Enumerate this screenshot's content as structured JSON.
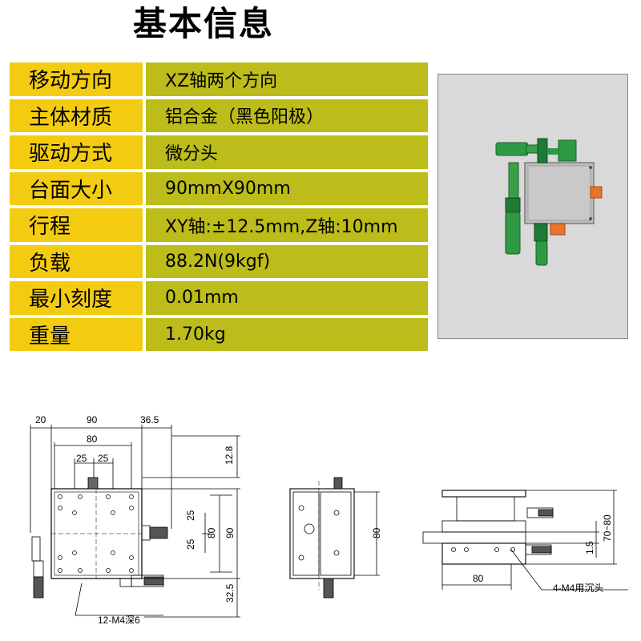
{
  "title": "基本信息",
  "specs": [
    {
      "key": "移动方向",
      "value": "XZ轴两个方向"
    },
    {
      "key": "主体材质",
      "value": "铝合金（黑色阳极）"
    },
    {
      "key": "驱动方式",
      "value": "微分头"
    },
    {
      "key": "台面大小",
      "value": "90mmX90mm"
    },
    {
      "key": "行程",
      "value": "XY轴:±12.5mm,Z轴:10mm"
    },
    {
      "key": "负载",
      "value": "88.2N(9kgf)"
    },
    {
      "key": "最小刻度",
      "value": "0.01mm"
    },
    {
      "key": "重量",
      "value": "1.70kg"
    }
  ],
  "drawing": {
    "top_dims": [
      "20",
      "90",
      "36.5",
      "80",
      "25",
      "25"
    ],
    "right_dims": [
      "12.8",
      "25",
      "25",
      "80",
      "90",
      "32.5"
    ],
    "side_dim": "80",
    "front_dims": [
      "1.5",
      "70~80",
      "80"
    ],
    "callout_holes": "12-M4深6",
    "callout_counterbore": "4-M4用沉头"
  },
  "colors": {
    "key_bg": "#f3cc11",
    "value_bg": "#bcbc1a",
    "photo_bg": "#d9d9d9",
    "knob_green": "#3aa048",
    "knob_orange": "#e8742a"
  }
}
